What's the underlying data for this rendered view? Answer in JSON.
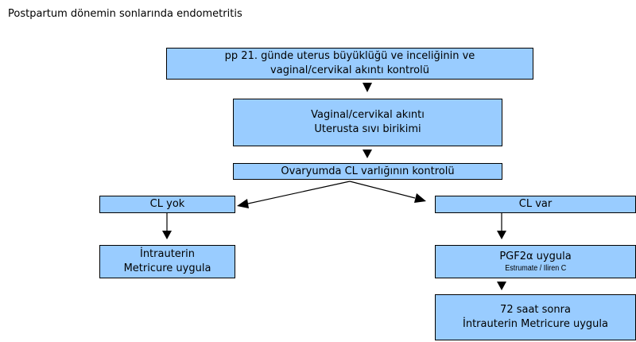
{
  "title": "Postpartum dönemin sonlarında endometritis",
  "boxes": {
    "check_21": {
      "line1": "pp 21. günde uterus büyüklüğü ve inceliğinin ve",
      "line2": "vaginal/cervikal akıntı kontrolü"
    },
    "discharge": {
      "line1": "Vaginal/cervikal akıntı",
      "line2": "Uterusta sıvı birikimi"
    },
    "ovary_check": {
      "line1": "Ovaryumda CL varlığının kontrolü"
    },
    "cl_absent": {
      "line1": "CL yok"
    },
    "cl_present": {
      "line1": "CL var"
    },
    "intrauterine": {
      "line1": "İntrauterin",
      "line2": "Metricure uygula"
    },
    "pgf": {
      "line1": "PGF2α uygula",
      "line2": "Estrumate / Iliren C"
    },
    "after_72": {
      "line1": "72 saat sonra",
      "line2": "İntrauterin Metricure uygula"
    }
  },
  "colors": {
    "box_fill": "#99ccff",
    "border": "#000000"
  }
}
